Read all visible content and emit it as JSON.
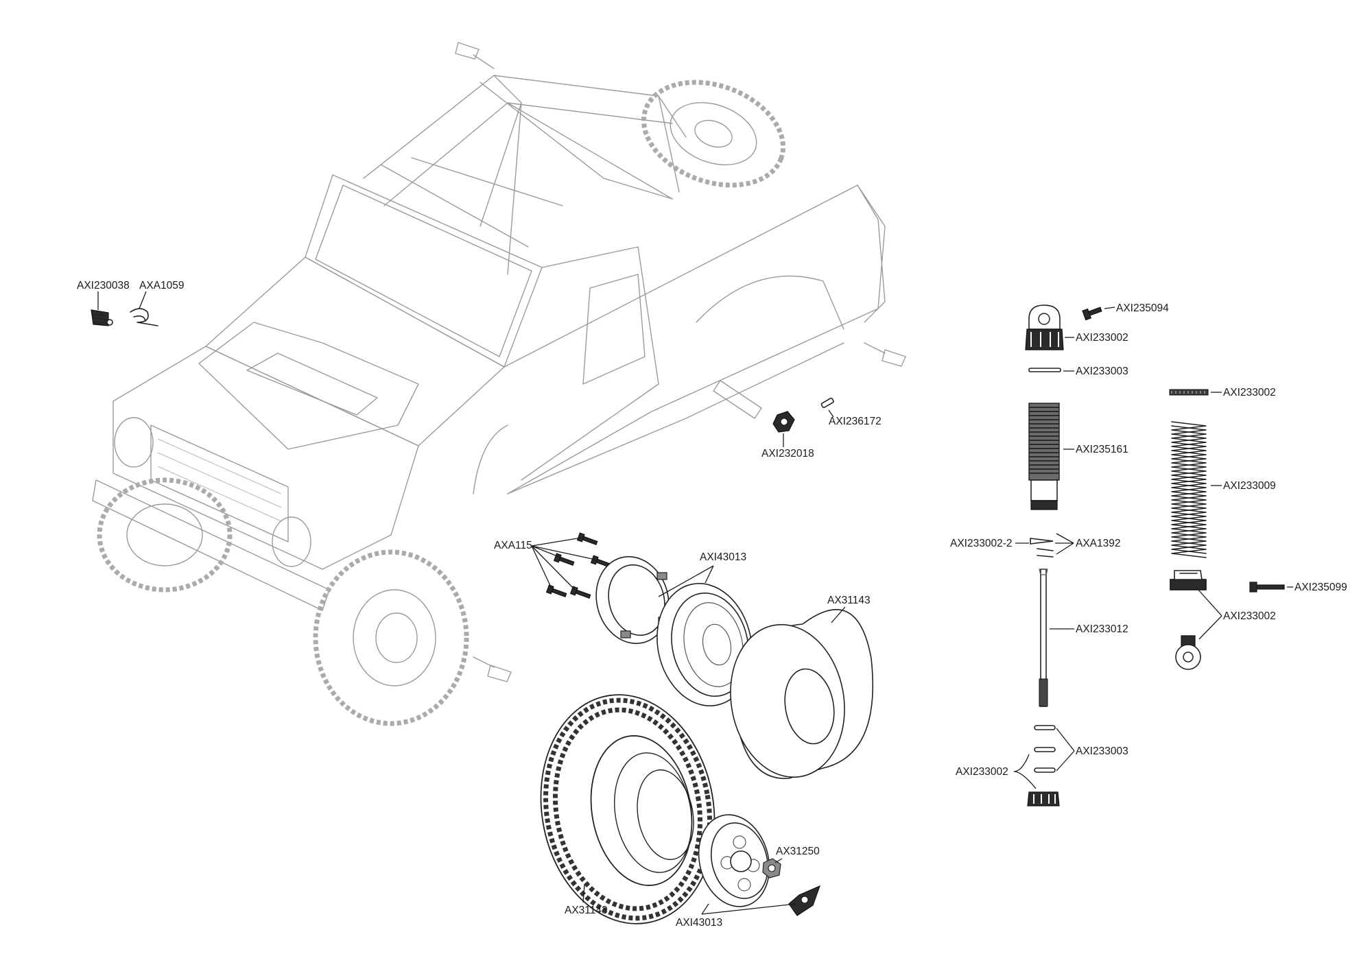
{
  "labels": {
    "axi230038": "AXI230038",
    "axa1059": "AXA1059",
    "axi236172": "AXI236172",
    "axi232018": "AXI232018",
    "axa115": "AXA115",
    "axi43013_top": "AXI43013",
    "ax31143_foam": "AX31143",
    "ax31143_tire": "AX31143",
    "ax31250": "AX31250",
    "axi43013_bottom": "AXI43013",
    "axi235094": "AXI235094",
    "axi233002_cap": "AXI233002",
    "axi233003_top": "AXI233003",
    "axi235161": "AXI235161",
    "axi233002_2": "AXI233002-2",
    "axa1392": "AXA1392",
    "axi233012": "AXI233012",
    "axi233003_bottom": "AXI233003",
    "axi233002_bottom": "AXI233002",
    "axi233002_spring_cup": "AXI233002",
    "axi233009": "AXI233009",
    "axi235099": "AXI235099",
    "axi233002_end": "AXI233002"
  },
  "colors": {
    "line": "#222222",
    "faint_line": "#9a9a9a",
    "dark_part": "#2b2b2b",
    "background": "#ffffff"
  }
}
